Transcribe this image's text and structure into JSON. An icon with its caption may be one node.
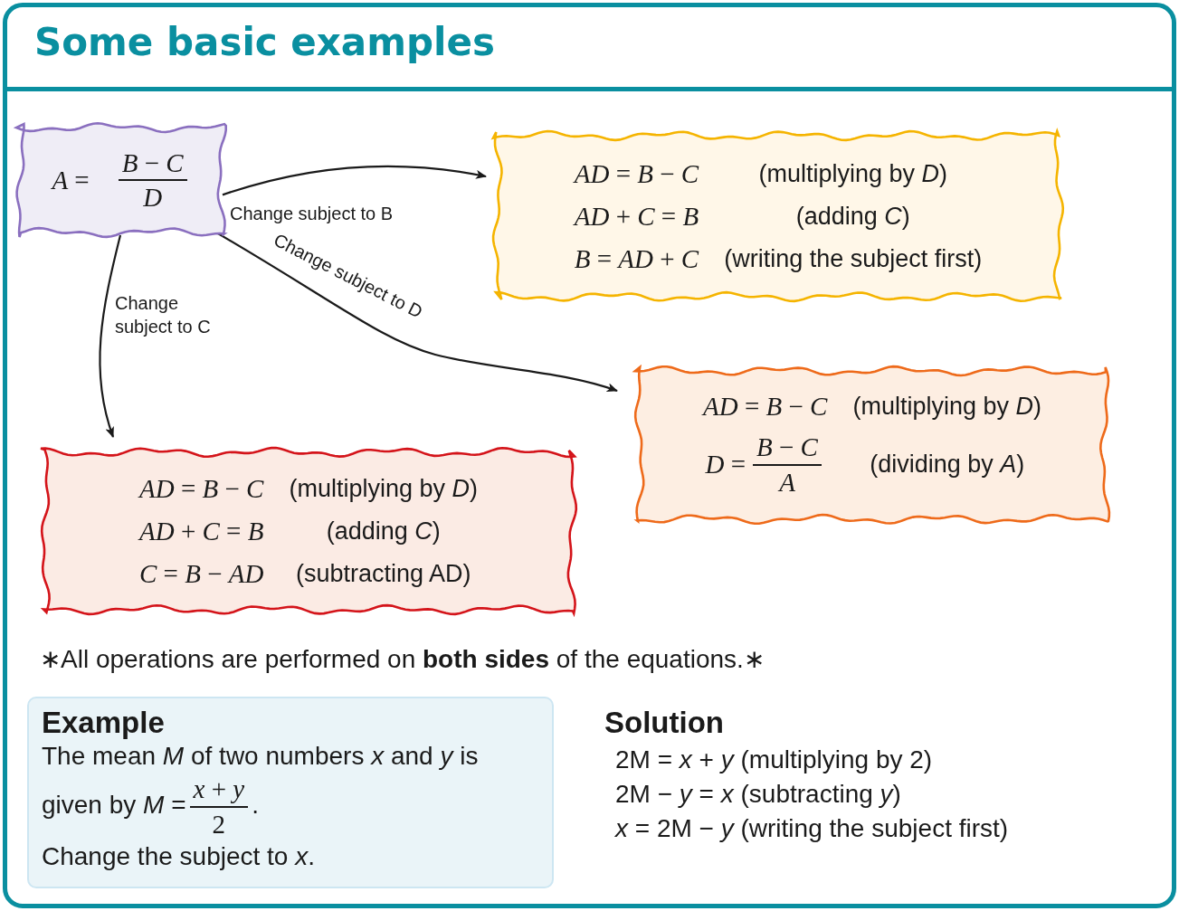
{
  "diagram": {
    "title": "Some basic examples",
    "nodes": [
      {
        "text": [
          "*A* =",
          "*B* − *C*",
          "*D*"
        ]
      },
      {
        "text": [
          "*AD* = *B* − *C*",
          "(multiplying by *D*)",
          "*AD* + *C* = *B*",
          "(adding *C*)",
          "*B* = *AD* + *C*",
          "(writing the subject first)"
        ]
      },
      {
        "text": [
          "*AD* = *B* − *C*",
          "(multiplying by *D*)",
          "*D* =",
          "*B* − *C*",
          "*A*",
          "(dividing by *A*)"
        ]
      },
      {
        "text": [
          "*AD* = *B* − *C*",
          "(multiplying by *D*)",
          "*AD* + *C* = *B*",
          "(adding *C*)",
          "*C* = *B* − *AD*",
          "(subtracting AD)"
        ]
      },
      {
        "text": [
          "Example",
          "The mean *M* of two numbers *x* and *y* is given by *M* =",
          "*x* + *y*",
          "2",
          ".",
          "Change the subject to *x*."
        ]
      }
    ],
    "edges": [
      {
        "from": 0,
        "to": 1,
        "arrow": "to",
        "label": "Change subject to B"
      },
      {
        "from": 0,
        "to": 2,
        "arrow": "to",
        "label": "Change subject to D"
      },
      {
        "from": 0,
        "to": 3,
        "arrow": "to",
        "label": "Change subject to C"
      }
    ],
    "labels": [
      "∗All operations are performed on **both sides** of the equations.∗",
      "Solution",
      "2M = *x* + *y* (multiplying by 2)",
      "2M − *y* = *x* (subtracting *y*)",
      "*x* = 2M − *y* (writing the subject first)"
    ]
  }
}
